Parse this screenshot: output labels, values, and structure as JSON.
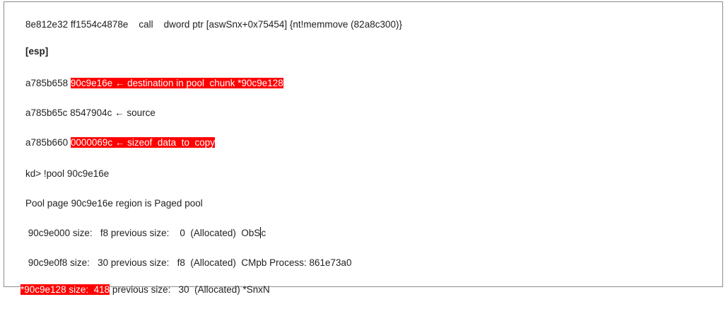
{
  "doc": {
    "line1": "8e812e32 ff1554c4878e    call    dword ptr [aswSnx+0x75454] {nt!memmove (82a8c300)}",
    "line2": "[esp]",
    "line3_addr": "a785b658 ",
    "line3_hl": "90c9e16e ← destination in pool  chunk *90c9e128",
    "line4": "a785b65c 8547904c ← source",
    "line5_addr": "a785b660 ",
    "line5_hl": "0000069c ← sizeof  data  to  copy",
    "line6": "kd> !pool 90c9e16e",
    "line7": "Pool page 90c9e16e region is Paged pool",
    "line8_a": " 90c9e000 size:   f8 previous size:    0  (Allocated)  ObS",
    "line8_b": "c",
    "line9": " 90c9e0f8 size:   30 previous size:   f8  (Allocated)  CMpb Process: 861e73a0",
    "line10_hl": "*90c9e128 size:  418",
    "line10_rest": " previous size:   30  (Allocated) *SnxN"
  },
  "colors": {
    "highlight": "#ff0000",
    "text": "#1f1f1f",
    "border": "#8c8c8c"
  }
}
